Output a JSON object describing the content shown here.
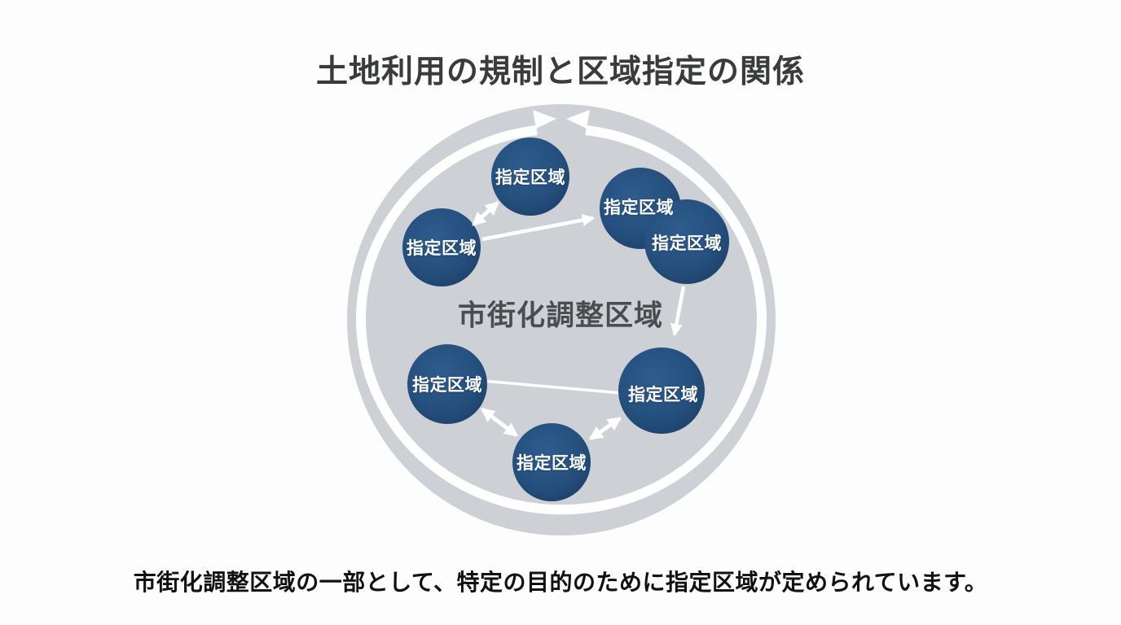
{
  "title": "土地利用の規制と区域指定の関係",
  "caption": "市街化調整区域の一部として、特定の目的のために指定区域が定められています。",
  "diagram": {
    "control_area_label": "市街化調整区域",
    "nodes": [
      {
        "label": "指定区域"
      },
      {
        "label": "指定区域"
      },
      {
        "label": "指定区域"
      },
      {
        "label": "指定区域"
      },
      {
        "label": "指定区域"
      },
      {
        "label": "指定区域"
      },
      {
        "label": "指定区域"
      }
    ]
  },
  "colors": {
    "background": "#FDFDFD",
    "control_area_gray": "#CDD0D5",
    "designated_area_blue": "#24507D",
    "arrow_white": "#FFFFFF",
    "title_text": "#3A3B3D",
    "control_area_text": "#4B4C4F",
    "node_text": "#FFFFFF",
    "caption_text": "#111111"
  }
}
